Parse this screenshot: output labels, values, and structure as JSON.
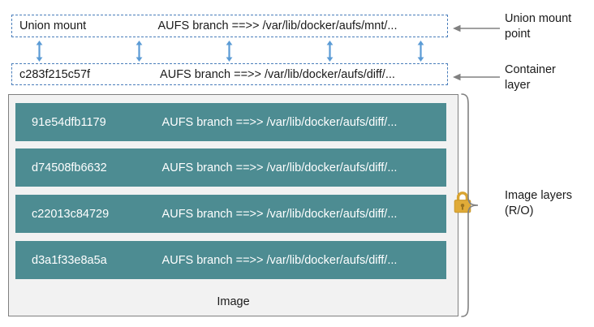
{
  "diagram": {
    "title": "Docker AUFS storage driver layer diagram",
    "colors": {
      "layer_fill": "#4d8c92",
      "dashed_border": "#4a7ebb",
      "arrow_blue": "#5b9bd5",
      "lock_gold": "#d9a431",
      "container_bg": "#f2f2f2",
      "container_border": "#808080",
      "lead_arrow_gray": "#808080",
      "text_dark": "#1a1a1a",
      "text_light": "#ffffff"
    },
    "union_mount": {
      "id": "Union mount",
      "branch": "AUFS branch ==>> /var/lib/docker/aufs/mnt/..."
    },
    "container_layer": {
      "id": "c283f215c57f",
      "branch": "AUFS branch ==>> /var/lib/docker/aufs/diff/..."
    },
    "image": {
      "caption": "Image",
      "layers": [
        {
          "id": "91e54dfb1179",
          "branch": "AUFS branch ==>> /var/lib/docker/aufs/diff/..."
        },
        {
          "id": "d74508fb6632",
          "branch": "AUFS branch ==>> /var/lib/docker/aufs/diff/..."
        },
        {
          "id": "c22013c84729",
          "branch": "AUFS branch ==>> /var/lib/docker/aufs/diff/..."
        },
        {
          "id": "d3a1f33e8a5a",
          "branch": "AUFS branch ==>> /var/lib/docker/aufs/diff/..."
        }
      ]
    },
    "annotations": {
      "union_mount": "Union mount\npoint",
      "container_layer": "Container\nlayer",
      "image_layers": "Image layers\n(R/O)"
    },
    "connector_arrows": {
      "icon": "double-headed-vertical-arrow-icon",
      "count": 5,
      "positions_x": [
        48,
        171,
        282,
        406,
        518
      ]
    },
    "lock": {
      "icon": "lock-icon",
      "meaning": "read-only"
    }
  }
}
